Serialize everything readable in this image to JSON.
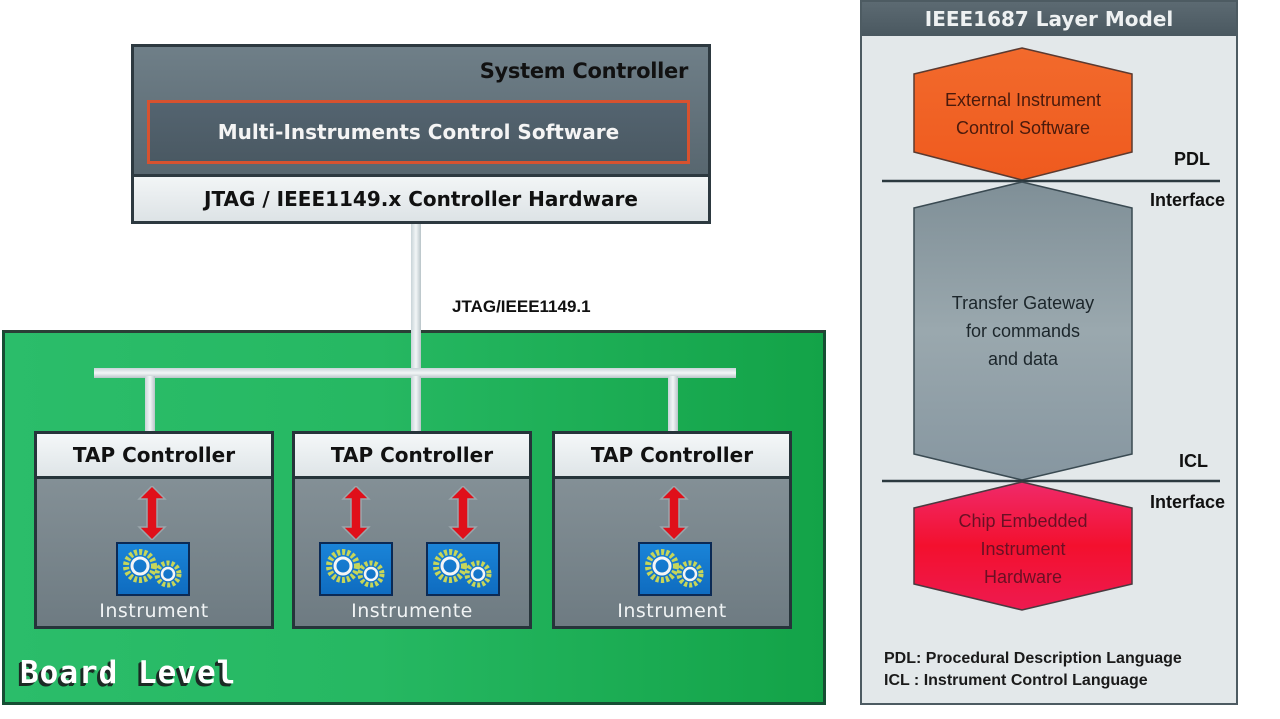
{
  "system_controller": {
    "title": "System Controller",
    "software": "Multi-Instruments Control Software",
    "hardware": "JTAG / IEEE1149.x Controller Hardware"
  },
  "bus": {
    "label": "JTAG/IEEE1149.1"
  },
  "board": {
    "label": "Board Level",
    "tap_controllers": [
      {
        "title": "TAP Controller",
        "label": "Instrument",
        "instrument_count": 1
      },
      {
        "title": "TAP Controller",
        "label": "Instrumente",
        "instrument_count": 2
      },
      {
        "title": "TAP Controller",
        "label": "Instrument",
        "instrument_count": 1
      }
    ]
  },
  "layer_model": {
    "title": "IEEE1687 Layer Model",
    "layers": [
      {
        "name": "external-instrument-control-software",
        "lines": [
          "External Instrument",
          "Control Software"
        ],
        "color": "#f05a22"
      },
      {
        "name": "transfer-gateway",
        "lines": [
          "Transfer Gateway",
          "for commands",
          "and data"
        ],
        "color": "#8d9ba2"
      },
      {
        "name": "chip-embedded-instrument-hardware",
        "lines": [
          "Chip Embedded",
          "Instrument",
          "Hardware"
        ],
        "color": "#ee1c4a"
      }
    ],
    "boundaries": [
      {
        "above": "PDL",
        "below": "Interface"
      },
      {
        "above": "ICL",
        "below": "Interface"
      }
    ],
    "legend": [
      "PDL: Procedural Description Language",
      "ICL : Instrument Control Language"
    ]
  },
  "colors": {
    "board_green": "#26b862",
    "software_border": "#d7522f",
    "arrow_red": "#e0101a",
    "instrument_blue": "#1a84d8"
  }
}
